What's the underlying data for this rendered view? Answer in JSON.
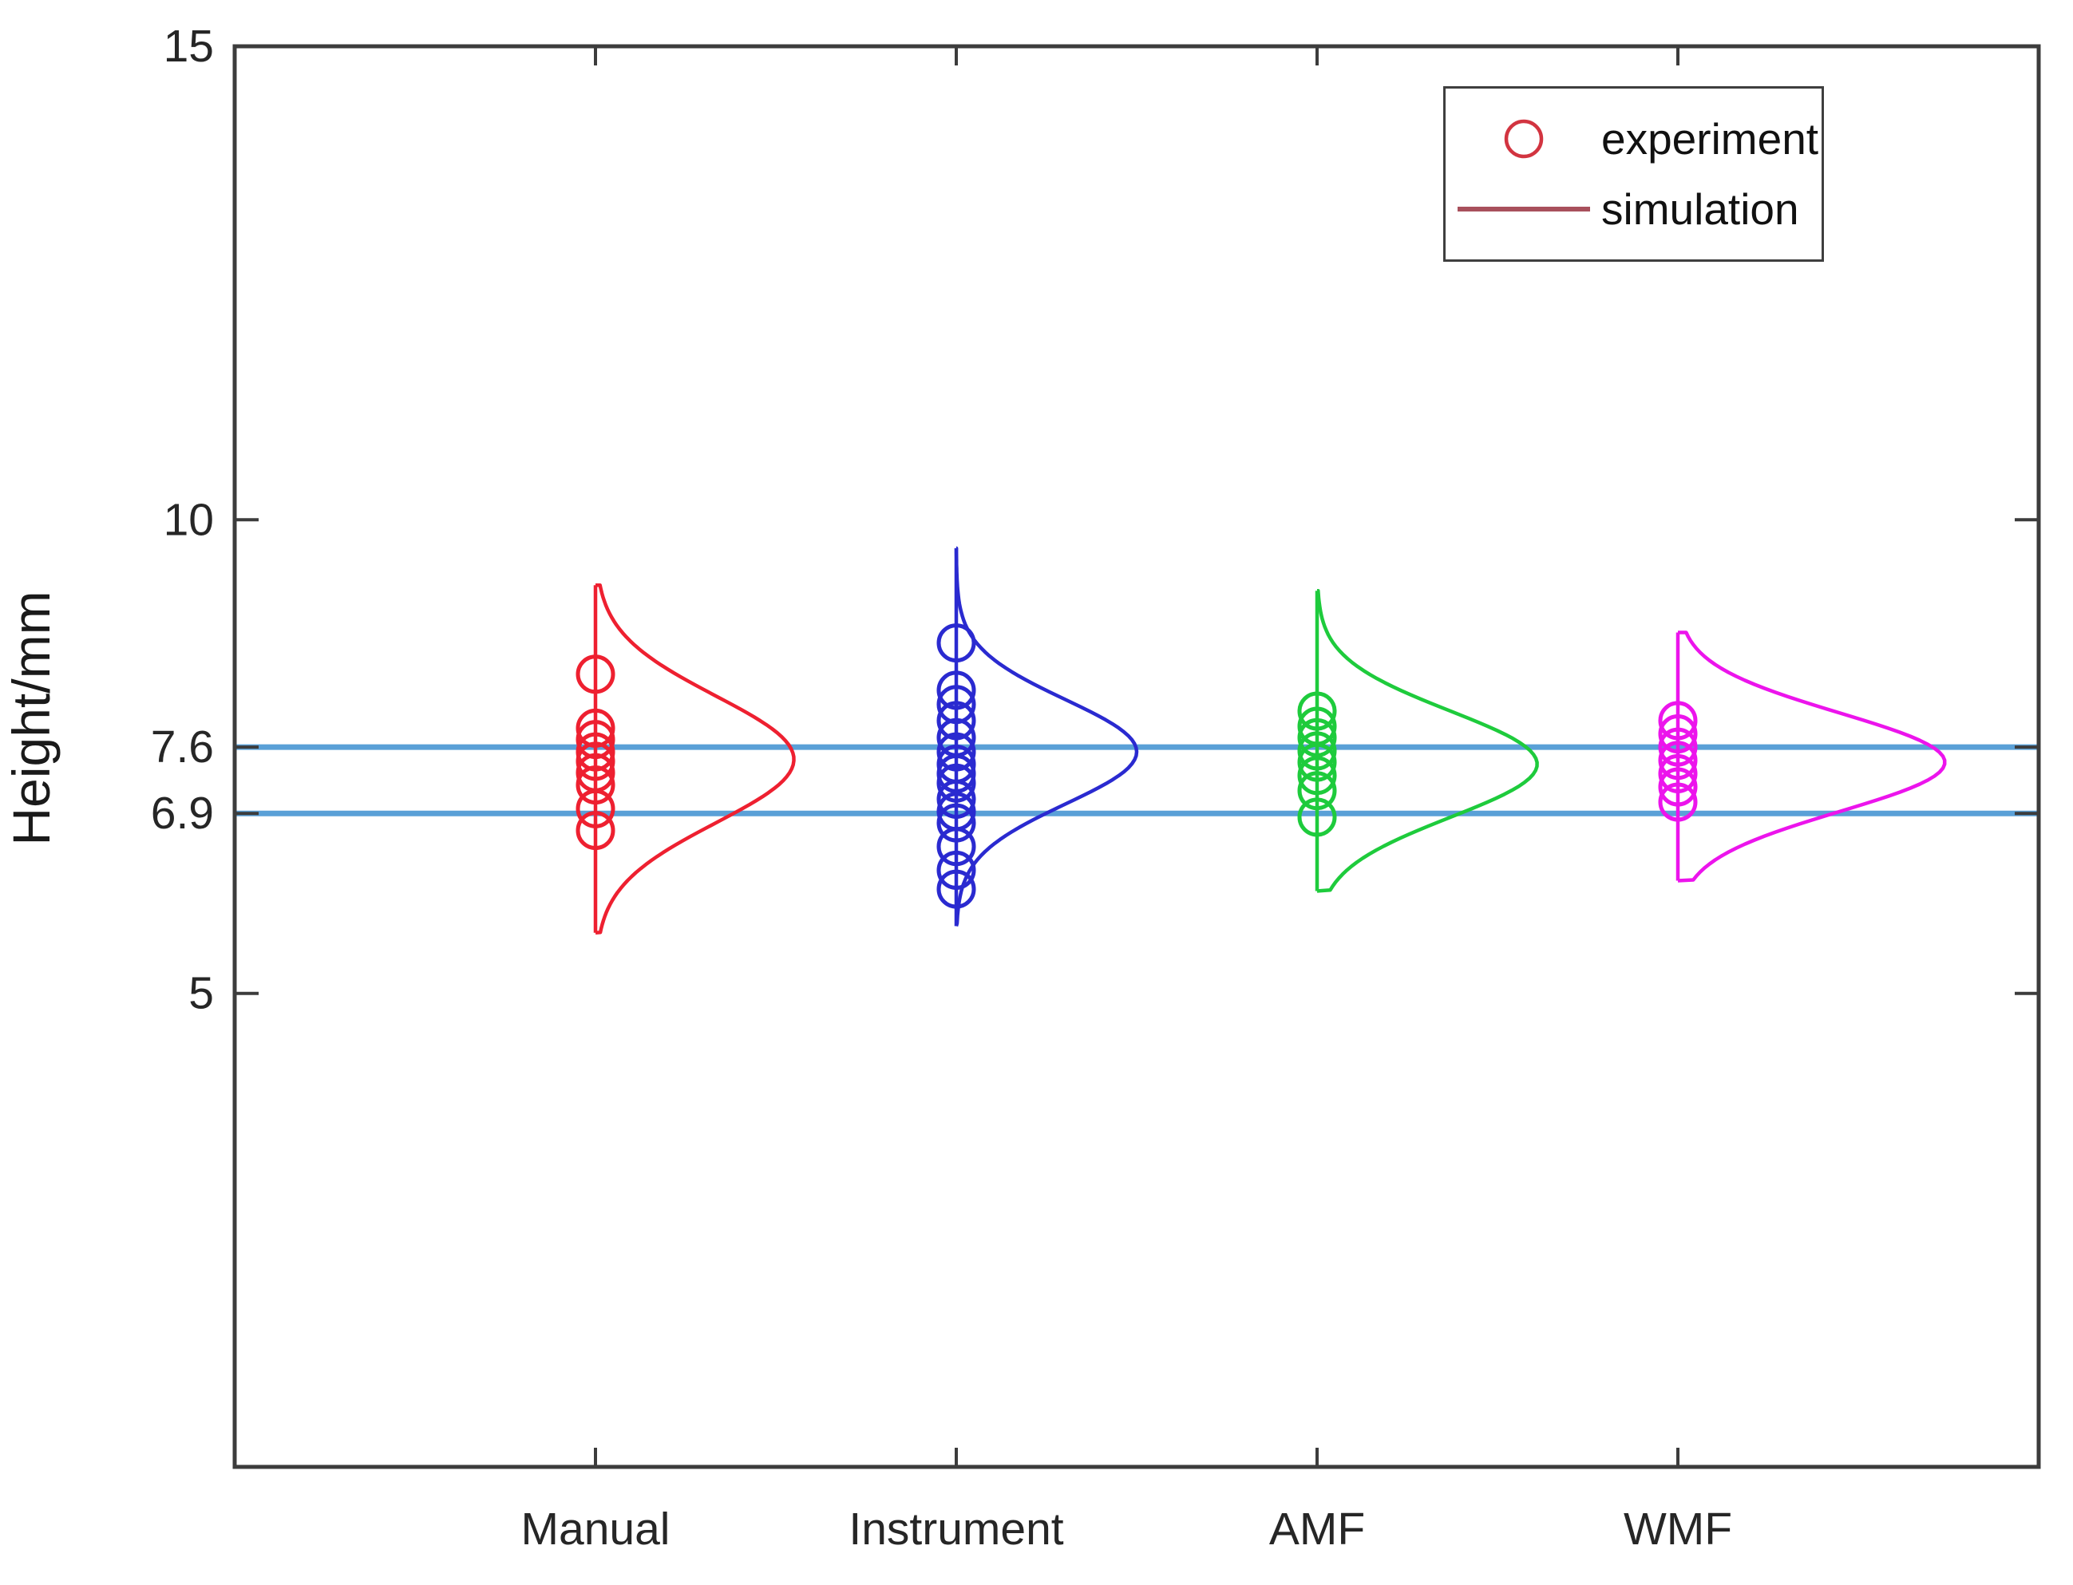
{
  "figure": {
    "background": "#ffffff",
    "axis_color": "#3c3c3c",
    "text_color": "#262626"
  },
  "legend": {
    "position": "top-right",
    "items": [
      {
        "label": "experiment",
        "marker": "circle",
        "color": "#d23440"
      },
      {
        "label": "simulation",
        "marker": "line",
        "color": "#a8505c"
      }
    ]
  },
  "chart_data": {
    "type": "scatter",
    "subtype": "half-violin distribution with experiment scatter points",
    "title": "",
    "xlabel": "",
    "ylabel": "Height/mm",
    "ylim": [
      0,
      15
    ],
    "grid": false,
    "legend_position": "top-right",
    "yticks": [
      {
        "value": 15,
        "label": "15"
      },
      {
        "value": 10,
        "label": "10"
      },
      {
        "value": 7.6,
        "label": "7.6"
      },
      {
        "value": 6.9,
        "label": "6.9"
      },
      {
        "value": 5,
        "label": "5"
      }
    ],
    "categories": [
      "Manual",
      "Instrument",
      "AMF",
      "WMF"
    ],
    "reference_lines": [
      {
        "y": 7.6,
        "color": "#5aa0d7"
      },
      {
        "y": 6.9,
        "color": "#5aa0d7"
      }
    ],
    "series": [
      {
        "name": "Manual",
        "color": "#ee2030",
        "experiment": [
          8.37,
          7.8,
          7.68,
          7.55,
          7.45,
          7.33,
          7.2,
          6.95,
          6.72
        ],
        "simulation": {
          "mean": 7.47,
          "sigma": 0.67,
          "width_scale": 0.55,
          "tail_top": 9.31,
          "tail_bottom": 5.64
        }
      },
      {
        "name": "Instrument",
        "color": "#2a2ad0",
        "experiment": [
          8.7,
          8.2,
          8.05,
          7.88,
          7.7,
          7.55,
          7.42,
          7.32,
          7.22,
          7.05,
          6.92,
          6.8,
          6.55,
          6.3,
          6.1
        ],
        "simulation": {
          "mean": 7.55,
          "sigma": 0.55,
          "width_scale": 0.5,
          "tail_top": 9.7,
          "tail_bottom": 5.71
        }
      },
      {
        "name": "AMF",
        "color": "#1ecb3c",
        "experiment": [
          7.98,
          7.82,
          7.7,
          7.56,
          7.44,
          7.3,
          7.14,
          6.86
        ],
        "simulation": {
          "mean": 7.42,
          "sigma": 0.56,
          "width_scale": 0.61,
          "tail_top": 9.25,
          "tail_bottom": 6.08
        }
      },
      {
        "name": "WMF",
        "color": "#ec14ec",
        "experiment": [
          7.88,
          7.74,
          7.6,
          7.46,
          7.32,
          7.18,
          7.02
        ],
        "simulation": {
          "mean": 7.44,
          "sigma": 0.52,
          "width_scale": 0.74,
          "tail_top": 8.81,
          "tail_bottom": 6.19
        }
      }
    ]
  }
}
